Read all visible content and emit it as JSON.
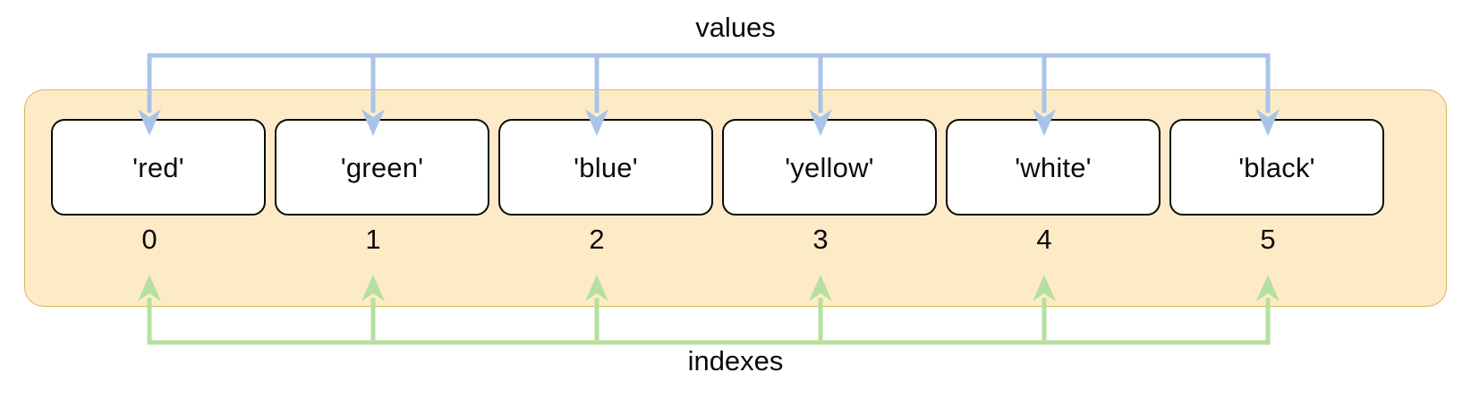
{
  "diagram": {
    "title_top": "values",
    "title_bottom": "indexes",
    "colors": {
      "container_fill": "#FDEBC8",
      "container_stroke": "#D6B656",
      "cell_fill": "#FFFFFF",
      "cell_stroke": "#0B0B0B",
      "values_arrow": "#A9C4E8",
      "indexes_arrow": "#B5E0A0",
      "text": "#0B0B0B",
      "background": "#FFFFFF"
    },
    "cells": [
      {
        "value": "'red'",
        "index": "0"
      },
      {
        "value": "'green'",
        "index": "1"
      },
      {
        "value": "'blue'",
        "index": "2"
      },
      {
        "value": "'yellow'",
        "index": "3"
      },
      {
        "value": "'white'",
        "index": "4"
      },
      {
        "value": "'black'",
        "index": "5"
      }
    ]
  },
  "chart_data": {
    "type": "table",
    "title": "values / indexes",
    "categories": [
      "0",
      "1",
      "2",
      "3",
      "4",
      "5"
    ],
    "values": [
      "'red'",
      "'green'",
      "'blue'",
      "'yellow'",
      "'white'",
      "'black'"
    ],
    "xlabel": "indexes",
    "ylabel": "values",
    "annotations": [
      "values",
      "indexes"
    ]
  }
}
